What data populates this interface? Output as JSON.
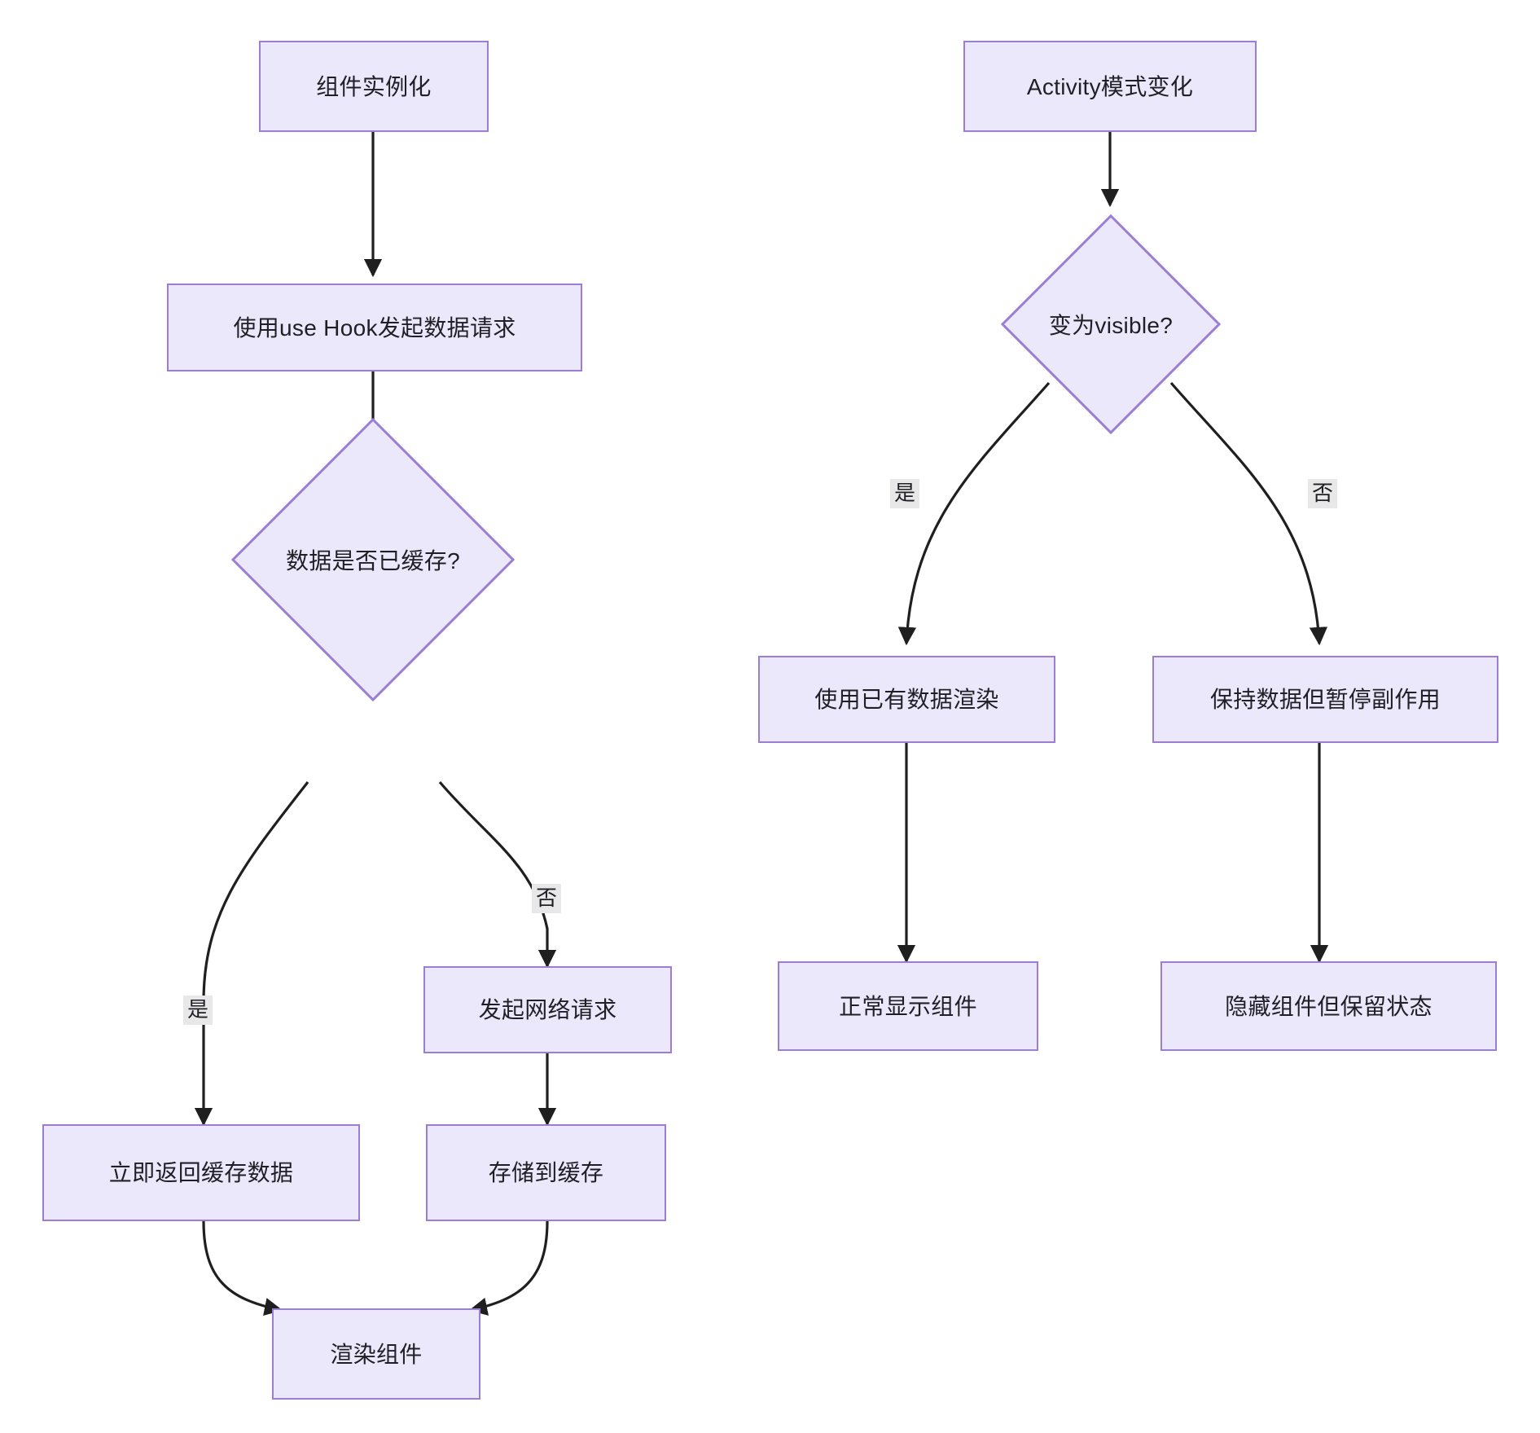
{
  "diagram": {
    "type": "flowchart",
    "background": "#ffffff",
    "node_fill": "#ECE8FB",
    "node_stroke": "#9B7DD4",
    "edge_color": "#1f1f1f",
    "edge_label_bg": "#E8E8E8",
    "text_color": "#1f1f25"
  },
  "left_flow": {
    "nodes": {
      "start": "组件实例化",
      "use_hook": "使用use Hook发起数据请求",
      "decision_cache": "数据是否已缓存?",
      "network_request": "发起网络请求",
      "return_cached": "立即返回缓存数据",
      "store_cache": "存储到缓存",
      "render": "渲染组件"
    },
    "edge_labels": {
      "yes": "是",
      "no": "否"
    }
  },
  "right_flow": {
    "nodes": {
      "start": "Activity模式变化",
      "decision_visible": "变为visible?",
      "use_existing_data": "使用已有数据渲染",
      "keep_data_pause": "保持数据但暂停副作用",
      "show_normally": "正常显示组件",
      "hide_keep_state": "隐藏组件但保留状态"
    },
    "edge_labels": {
      "yes": "是",
      "no": "否"
    }
  }
}
